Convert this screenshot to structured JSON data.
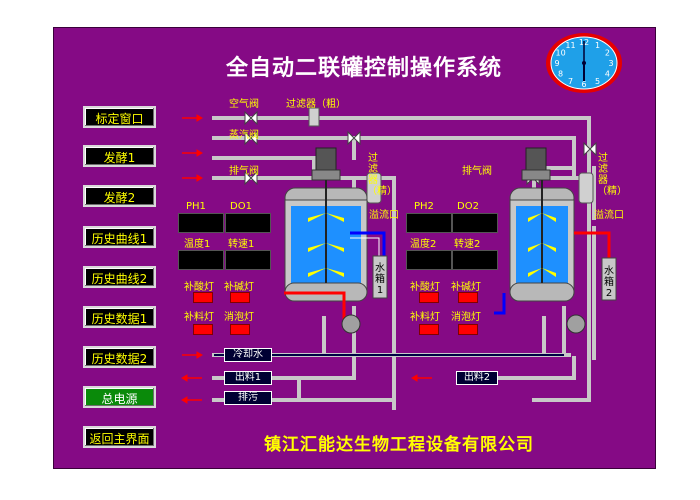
{
  "title": "全自动二联罐控制操作系统",
  "nav_buttons": [
    "标定窗口",
    "发酵1",
    "发酵2",
    "历史曲线1",
    "历史曲线2",
    "历史数据1",
    "历史数据2",
    "总电源",
    "返回主界面"
  ],
  "clock": {
    "numbers": [
      "12",
      "1",
      "2",
      "3",
      "4",
      "5",
      "6",
      "7",
      "8",
      "9",
      "10",
      "11"
    ],
    "time_shown": "6:00"
  },
  "pipes": {
    "air_valve": "空气阀",
    "filter_coarse": "过滤器（粗）",
    "steam_valve": "蒸汽阀",
    "exhaust_valve_1": "排气阀",
    "exhaust_valve_2": "排气阀",
    "filter_fine_1": "过滤器（精）",
    "filter_fine_2": "过滤器（精）",
    "overflow_1": "溢流口",
    "overflow_2": "溢流口",
    "cooling_water": "冷却水",
    "discharge_1": "出料1",
    "discharge_2": "出料2",
    "drain": "排污"
  },
  "tank1": {
    "ph": "PH1",
    "do": "DO1",
    "temp": "温度1",
    "speed": "转速1",
    "acid_lamp": "补酸灯",
    "base_lamp": "补碱灯",
    "feed_lamp": "补料灯",
    "defoam_lamp": "消泡灯",
    "water_tank": "水箱1"
  },
  "tank2": {
    "ph": "PH2",
    "do": "DO2",
    "temp": "温度2",
    "speed": "转速2",
    "acid_lamp": "补酸灯",
    "base_lamp": "补碱灯",
    "feed_lamp": "补料灯",
    "defoam_lamp": "消泡灯",
    "water_tank": "水箱2"
  },
  "company": "镇江汇能达生物工程设备有限公司",
  "colors": {
    "panel": "#850a85",
    "label": "#ffff00",
    "pipe": "#c8c8c8",
    "lamp": "#ff0000",
    "water": "#0000ff",
    "hot_water": "#ff0000"
  }
}
